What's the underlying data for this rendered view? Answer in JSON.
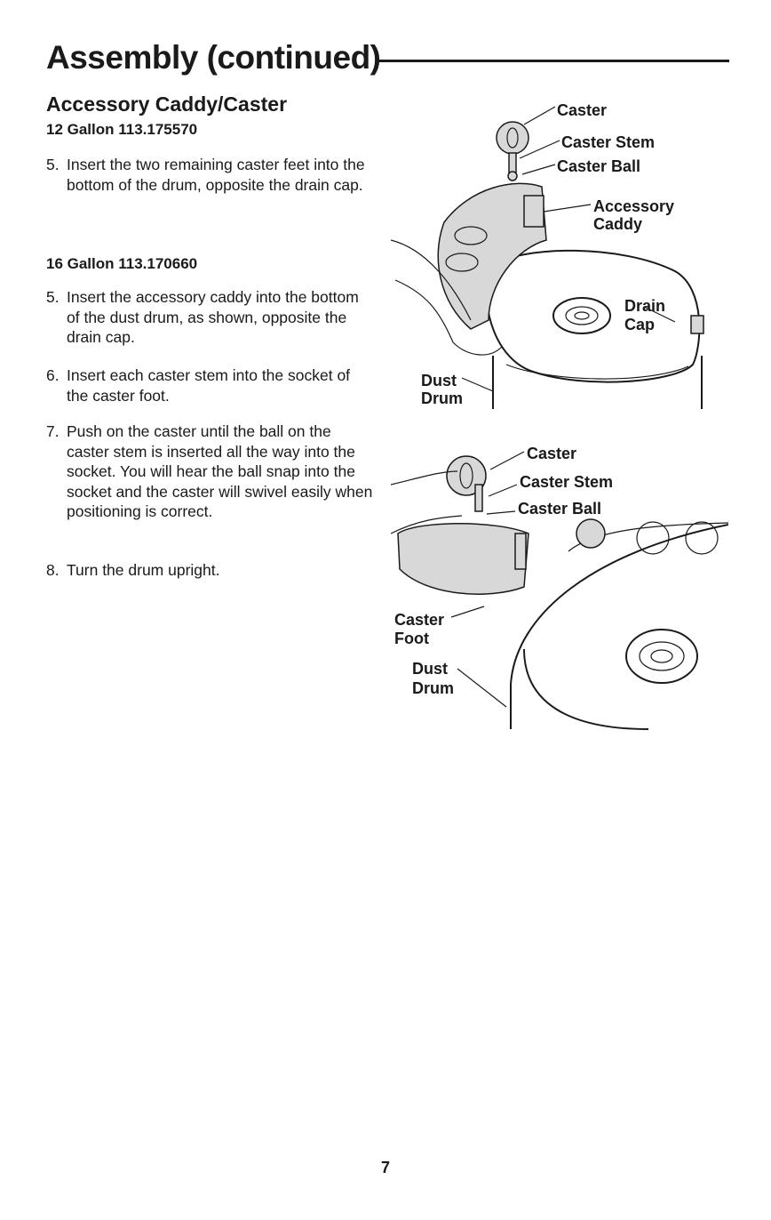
{
  "page": {
    "title": "Assembly (continued)",
    "subtitle": "Accessory Caddy/Caster",
    "page_number": "7"
  },
  "sections": [
    {
      "model": "12 Gallon 113.175570",
      "steps": [
        {
          "num": "5.",
          "text": "Insert the two remaining caster feet into the bottom of the drum, opposite the drain cap."
        }
      ]
    },
    {
      "model": "16 Gallon 113.170660",
      "steps": [
        {
          "num": "5.",
          "text": "Insert the accessory caddy into the bottom of the dust drum, as shown, opposite the drain cap."
        },
        {
          "num": "6.",
          "text": "Insert each caster stem into the socket of the caster foot."
        },
        {
          "num": "7.",
          "text": "Push on the caster until the ball on the caster stem is inserted all the way into the socket. You will hear the ball snap into the socket and the caster will swivel easily when positioning is correct."
        },
        {
          "num": "8.",
          "text": "Turn the drum upright."
        }
      ]
    }
  ],
  "figures": {
    "top": {
      "labels": {
        "caster": "Caster",
        "caster_stem": "Caster Stem",
        "caster_ball": "Caster Ball",
        "accessory_line1": "Accessory",
        "accessory_line2": "Caddy",
        "drain_line1": "Drain",
        "drain_line2": "Cap",
        "dust_line1": "Dust",
        "dust_line2": "Drum"
      }
    },
    "bottom": {
      "labels": {
        "caster": "Caster",
        "caster_stem": "Caster Stem",
        "caster_ball": "Caster Ball",
        "foot_line1": "Caster",
        "foot_line2": "Foot",
        "dust_line1": "Dust",
        "dust_line2": "Drum"
      }
    }
  }
}
